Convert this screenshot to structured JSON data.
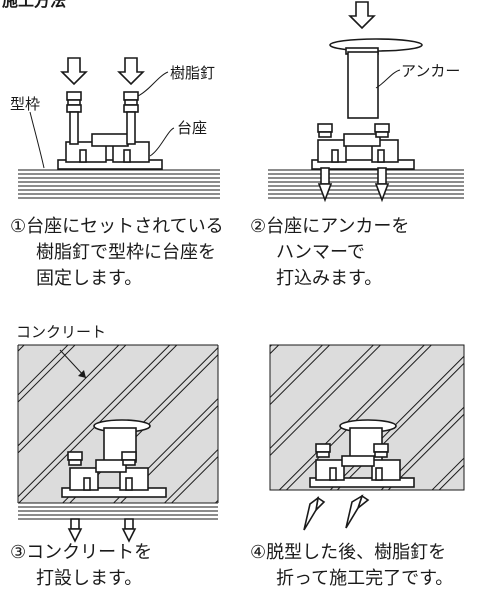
{
  "title": "施工方法",
  "labels": {
    "resin_nail": "樹脂釘",
    "base": "台座",
    "formwork": "型枠",
    "anchor": "アンカー",
    "concrete": "コンクリート"
  },
  "steps": [
    {
      "line1": "①台座にセットされている",
      "line2": "樹脂釘で型枠に台座を",
      "line3": "固定します。"
    },
    {
      "line1": "②台座にアンカーを",
      "line2": "ハンマーで",
      "line3": "打込みます。"
    },
    {
      "line1": "③コンクリートを",
      "line2": "打設します。"
    },
    {
      "line1": "④脱型した後、樹脂釘を",
      "line2": "折って施工完了です。"
    }
  ],
  "colors": {
    "ink": "#1a1a1a",
    "concrete": "#dcdcdc",
    "background": "#ffffff"
  }
}
